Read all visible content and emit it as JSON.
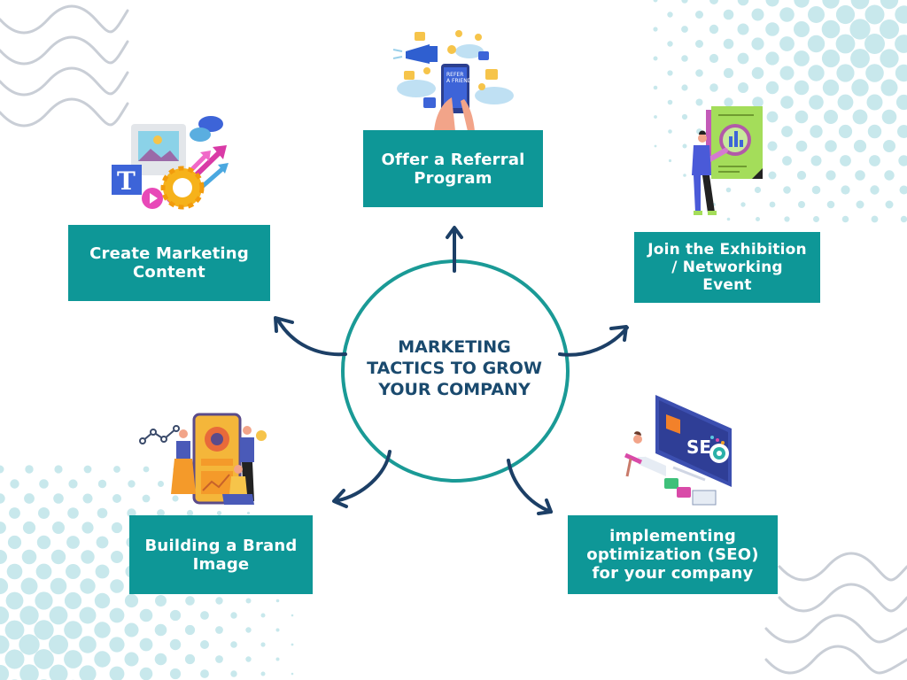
{
  "diagram": {
    "title": "MARKETING\nTACTICS TO GROW\nYOUR COMPANY",
    "colors": {
      "box_fill": "#0e9797",
      "box_text": "#ffffff",
      "circle_stroke": "#1a9a96",
      "title_text": "#1a4a6e",
      "arrow": "#1c3f66",
      "dots": "#c8e8ec",
      "waves": "#c9ced6"
    },
    "tactics": [
      {
        "id": "referral",
        "label": "Offer a Referral\nProgram",
        "illustration": "phone-megaphone-refer-a-friend-icon",
        "position": "top"
      },
      {
        "id": "content",
        "label": "Create Marketing\nContent",
        "illustration": "content-media-gear-arrows-icon",
        "position": "upper-left"
      },
      {
        "id": "exhibition",
        "label": "Join the Exhibition\n/ Networking\nEvent",
        "illustration": "person-magnifier-report-icon",
        "position": "upper-right"
      },
      {
        "id": "brand",
        "label": "Building a Brand\nImage",
        "illustration": "team-mobile-analytics-icon",
        "position": "lower-left"
      },
      {
        "id": "seo",
        "label": "implementing\noptimization (SEO)\nfor your company",
        "illustration": "seo-monitor-target-icon",
        "position": "lower-right"
      }
    ]
  }
}
